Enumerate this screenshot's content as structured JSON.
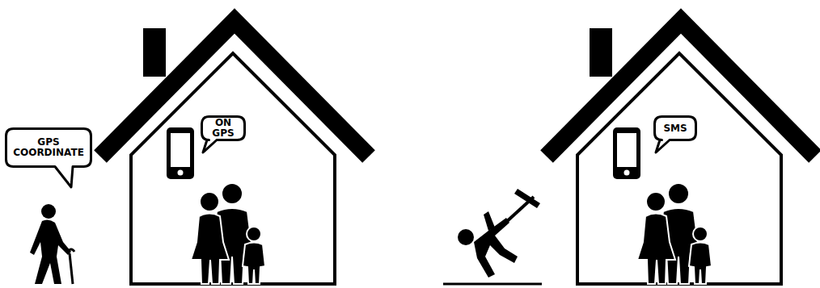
{
  "diagram": {
    "nodes": [
      {
        "text": [
          "GPS COORDINATE"
        ]
      },
      {
        "text": [
          "ON GPS"
        ]
      },
      {
        "text": [
          "SMS"
        ]
      }
    ]
  }
}
